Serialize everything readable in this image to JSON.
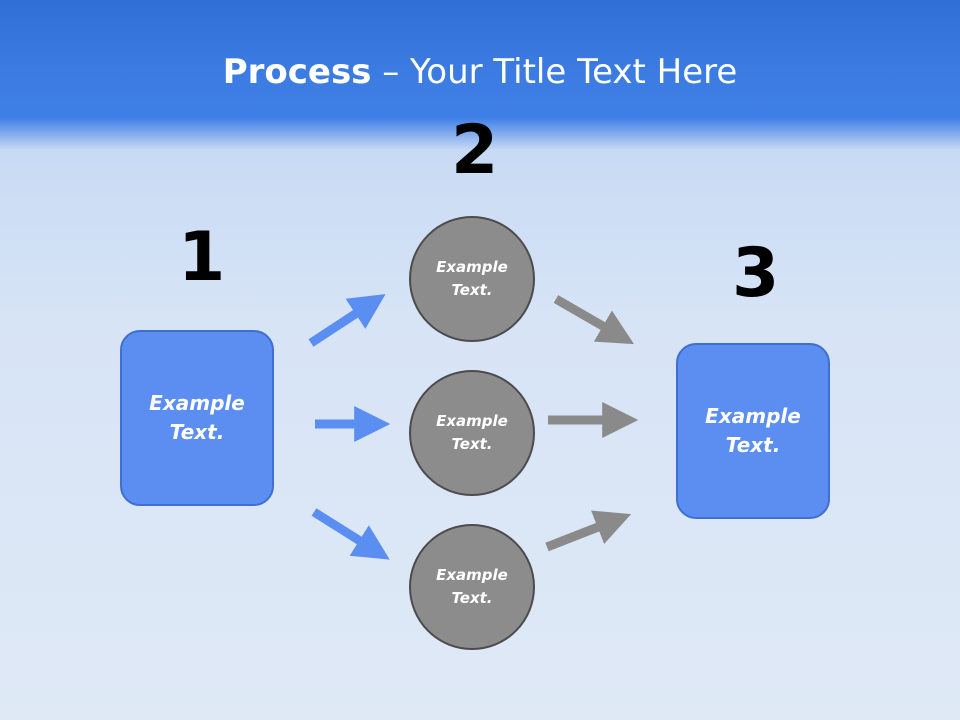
{
  "title": {
    "bold": "Process",
    "rest": " – Your Title Text Here"
  },
  "steps": {
    "one": "1",
    "two": "2",
    "three": "3"
  },
  "left_box": {
    "line1": "Example",
    "line2": "Text."
  },
  "right_box": {
    "line1": "Example",
    "line2": "Text."
  },
  "circles": [
    {
      "line1": "Example",
      "line2": "Text."
    },
    {
      "line1": "Example",
      "line2": "Text."
    },
    {
      "line1": "Example",
      "line2": "Text."
    }
  ],
  "colors": {
    "blue_box": "#5b8ef0",
    "circle": "#8c8c8c",
    "arrow_blue": "#5a8ef0",
    "arrow_gray": "#8a8a8a",
    "header": "#2f6fd6"
  }
}
